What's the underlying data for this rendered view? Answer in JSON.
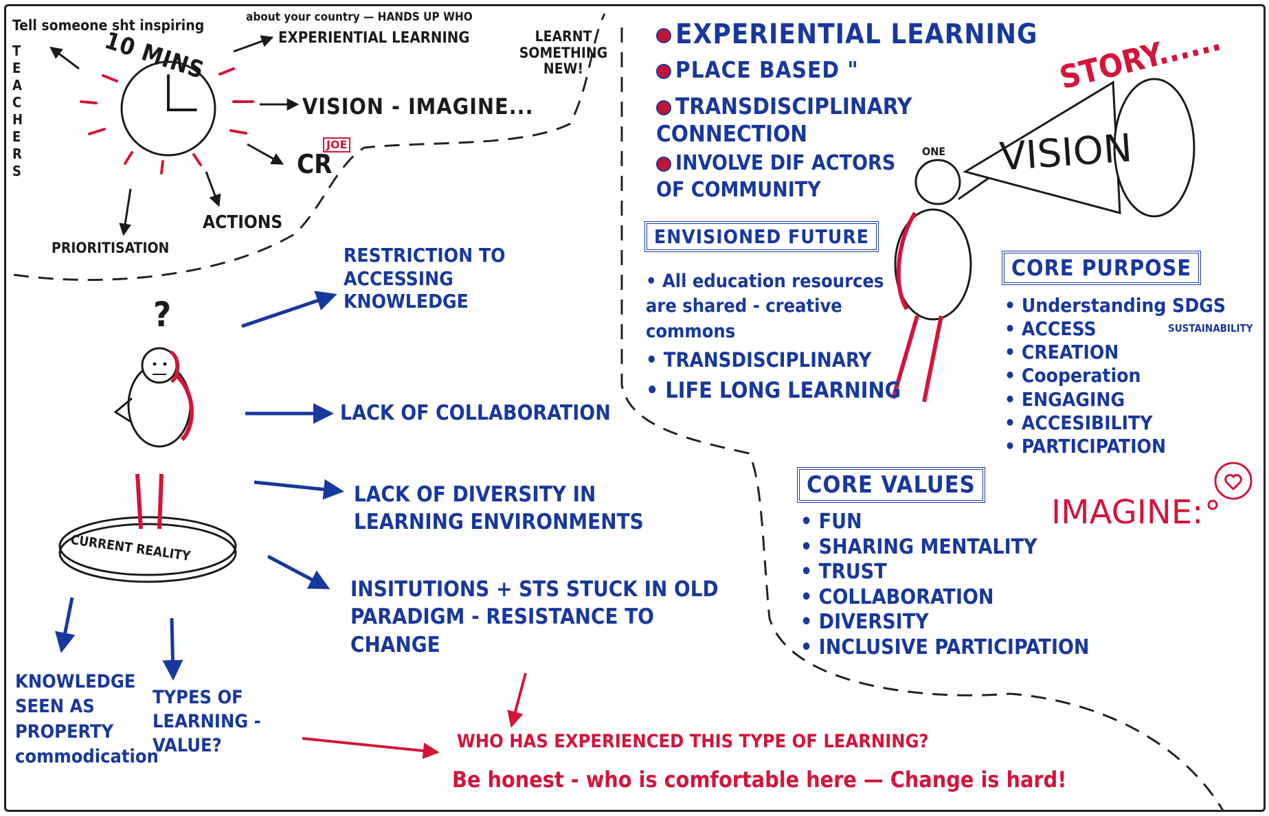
{
  "teachers_box": {
    "side_label": "TEACHERS",
    "prompt": "Tell someone sht inspiring about your country — HANDS UP WHO LEARNT SOMETHING NEW!",
    "prompt_line1": "Tell someone sht inspiring",
    "prompt_line2": "about your country — HANDS UP WHO",
    "prompt_line3": "LEARNT SOMETHING NEW!",
    "clock_label": "10 MINS",
    "branches": [
      "EXPERIENTIAL LEARNING",
      "VISION - IMAGINE...",
      "CR",
      "ACTIONS",
      "PRIORITISATION"
    ],
    "stamp": "JOE"
  },
  "current_reality": {
    "question_mark": "?",
    "pedestal_label": "CURRENT REALITY",
    "problems": [
      "RESTRICTION TO ACCESSING KNOWLEDGE",
      "LACK OF COLLABORATION",
      "LACK OF DIVERSITY IN LEARNING ENVIRONMENTS",
      "INSITUTIONS + STS STUCK IN OLD PARADIGM - RESISTANCE TO CHANGE"
    ],
    "below_left": "KNOWLEDGE SEEN AS PROPERTY commodication",
    "below_right": "TYPES OF LEARNING - VALUE?",
    "bottom_question": "WHO HAS EXPERIENCED THIS TYPE OF LEARNING?",
    "bottom_note": "Be honest - who is comfortable here — Change is hard!"
  },
  "top_list": [
    "EXPERIENTIAL LEARNING",
    "PLACE BASED \"",
    "TRANSDISCIPLINARY CONNECTION",
    "INVOLVE DIF ACTORS OF COMMUNITY"
  ],
  "envisioned_future": {
    "title": "ENVISIONED FUTURE",
    "items": [
      "All education resources are shared - creative commons",
      "TRANSDISCIPLINARY",
      "LIFE LONG LEARNING"
    ]
  },
  "vision": {
    "story": "STORY......",
    "megaphone": "VISION",
    "speaker": "ONE"
  },
  "core_purpose": {
    "title": "CORE PURPOSE",
    "items": [
      "Understanding SDGS",
      "ACCESS",
      "CREATION",
      "Cooperation",
      "ENGAGING",
      "ACCESIBILITY",
      "PARTICIPATION"
    ],
    "side_note": "SUSTAINABILITY"
  },
  "core_values": {
    "title": "CORE VALUES",
    "items": [
      "FUN",
      "SHARING MENTALITY",
      "TRUST",
      "COLLABORATION",
      "DIVERSITY",
      "INCLUSIVE PARTICIPATION"
    ]
  },
  "imagine": "IMAGINE:"
}
